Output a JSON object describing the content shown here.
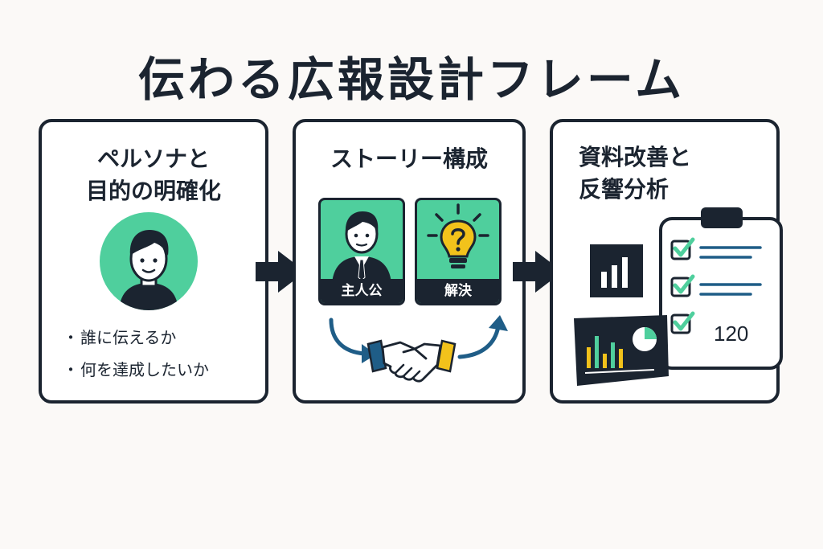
{
  "title": "伝わる広報設計フレーム",
  "cards": [
    {
      "title_lines": [
        "ペルソナと",
        "目的の明確化"
      ],
      "bullets": [
        "誰に伝えるか",
        "何を達成したいか"
      ]
    },
    {
      "title_lines": [
        "ストーリー構成"
      ],
      "tiles": [
        "主人公",
        "解決"
      ]
    },
    {
      "title_lines": [
        "資料改善と",
        "反響分析"
      ],
      "clipboard_number": "120"
    }
  ],
  "colors": {
    "navy": "#1b2430",
    "green": "#4fcf9d",
    "blue": "#1f5d87",
    "yellow": "#f2c21b",
    "background": "#fbf9f7"
  },
  "icons": [
    "person-avatar-icon",
    "arrow-right-icon",
    "businessman-icon",
    "lightbulb-question-icon",
    "curved-arrow-icon",
    "handshake-icon",
    "bar-chart-icon",
    "dashboard-chart-icon",
    "checklist-clipboard-icon"
  ]
}
